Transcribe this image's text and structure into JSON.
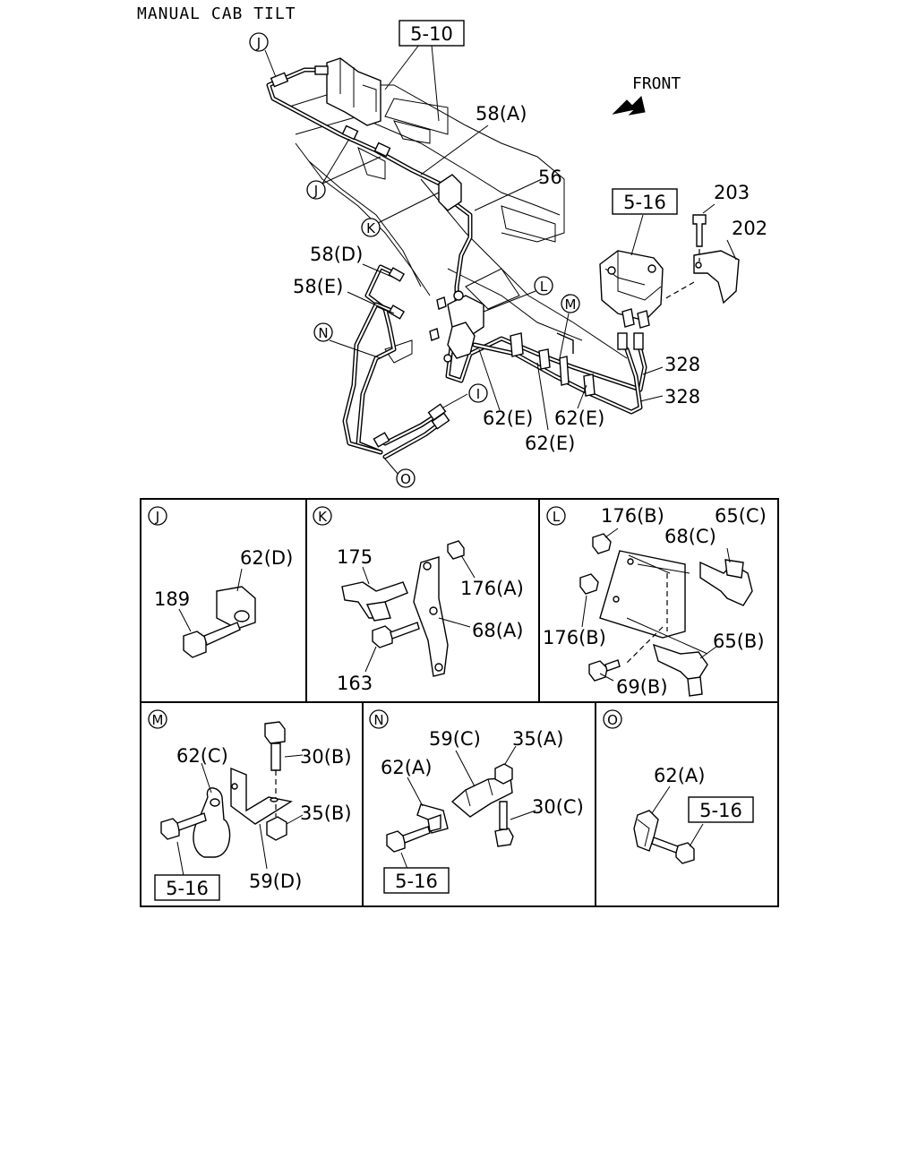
{
  "title": "MANUAL CAB TILT",
  "main": {
    "front_label": "FRONT",
    "refs": [
      "5-10",
      "5-16"
    ],
    "circle_letters": [
      "J",
      "J",
      "K",
      "L",
      "M",
      "N",
      "I",
      "O"
    ],
    "labels": [
      "58(A)",
      "56",
      "203",
      "202",
      "58(D)",
      "58(E)",
      "328",
      "328",
      "62(E)",
      "62(E)",
      "62(E)"
    ]
  },
  "details": [
    {
      "letter": "J",
      "labels": [
        "62(D)",
        "189"
      ]
    },
    {
      "letter": "K",
      "labels": [
        "175",
        "176(A)",
        "68(A)",
        "163"
      ]
    },
    {
      "letter": "L",
      "labels": [
        "176(B)",
        "65(C)",
        "68(C)",
        "176(B)",
        "65(B)",
        "69(B)"
      ]
    },
    {
      "letter": "M",
      "labels": [
        "62(C)",
        "30(B)",
        "35(B)",
        "59(D)"
      ],
      "ref": "5-16"
    },
    {
      "letter": "N",
      "labels": [
        "59(C)",
        "35(A)",
        "62(A)",
        "30(C)"
      ],
      "ref": "5-16"
    },
    {
      "letter": "O",
      "labels": [
        "62(A)"
      ],
      "ref": "5-16"
    }
  ]
}
